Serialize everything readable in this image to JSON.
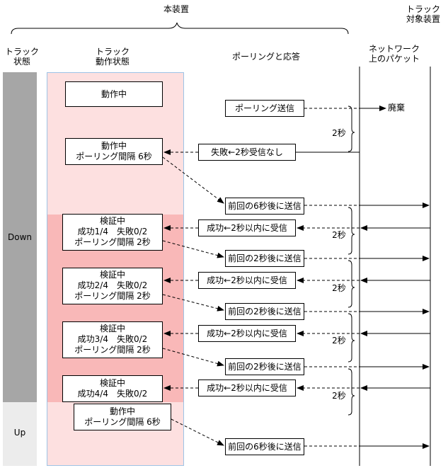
{
  "header": {
    "device": "本装置",
    "target_line1": "トラック",
    "target_line2": "対象装置"
  },
  "columns": {
    "track_state_line1": "トラック",
    "track_state_line2": "状態",
    "op_state_line1": "トラック",
    "op_state_line2": "動作状態",
    "polling": "ポーリングと応答",
    "network_line1": "ネットワーク",
    "network_line2": "上のパケット"
  },
  "states": {
    "down": "Down",
    "up": "Up"
  },
  "op_boxes": [
    {
      "lines": [
        "動作中"
      ]
    },
    {
      "lines": [
        "動作中",
        "ポーリング間隔 6秒"
      ]
    },
    {
      "lines": [
        "検証中",
        "成功1/4　失敗0/2",
        "ポーリング間隔 2秒"
      ]
    },
    {
      "lines": [
        "検証中",
        "成功2/4　失敗0/2",
        "ポーリング間隔 2秒"
      ]
    },
    {
      "lines": [
        "検証中",
        "成功3/4　失敗0/2",
        "ポーリング間隔 2秒"
      ]
    },
    {
      "lines": [
        "検証中",
        "成功4/4　失敗0/2"
      ]
    },
    {
      "lines": [
        "動作中",
        "ポーリング間隔 6秒"
      ]
    }
  ],
  "poll_boxes": [
    "ポーリング送信",
    "失敗←2秒受信なし",
    "前回の6秒後に送信",
    "成功←2秒以内に受信",
    "前回の2秒後に送信",
    "成功←2秒以内に受信",
    "前回の2秒後に送信",
    "成功←2秒以内に受信",
    "前回の2秒後に送信",
    "成功←2秒以内に受信",
    "前回の6秒後に送信"
  ],
  "discard_label": "廃棄",
  "interval_labels": [
    "2秒",
    "2秒",
    "2秒",
    "2秒",
    "2秒"
  ],
  "colors": {
    "state_down": "#a6a6a6",
    "state_up": "#ececec",
    "op_light": "#fde0e0",
    "op_dark": "#f9b8b8",
    "op_border": "#9dc3e6"
  }
}
